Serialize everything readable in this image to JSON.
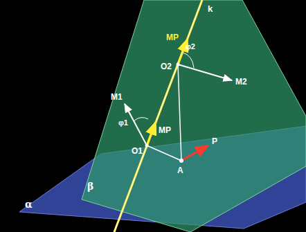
{
  "diagram": {
    "labels": [
      "k",
      "MP",
      "φ2",
      "O2",
      "M2",
      "M1",
      "φ1",
      "MP",
      "O1",
      "P",
      "A",
      "α",
      "β"
    ]
  }
}
